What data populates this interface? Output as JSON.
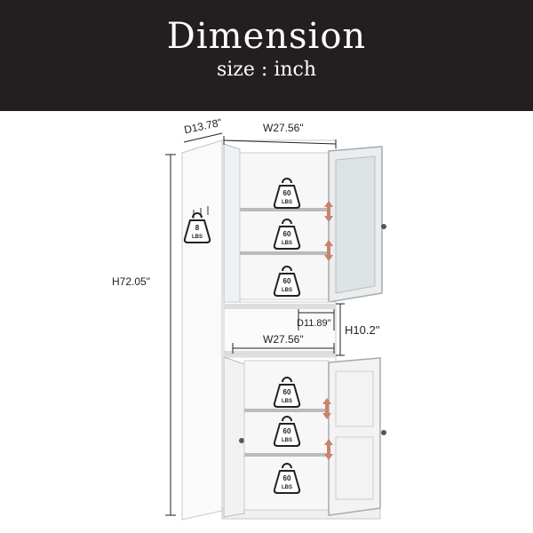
{
  "header": {
    "title": "Dimension",
    "subtitle": "size : inch"
  },
  "dimensions": {
    "depth_total": "D13.78\"",
    "width_top": "W27.56\"",
    "height_total": "H72.05\"",
    "depth_shelf": "D11.89\"",
    "width_mid": "W27.56\"",
    "height_open": "H10.2\""
  },
  "weight_badges": {
    "side_hook": {
      "value": "8",
      "unit": "LBS"
    },
    "shelf": {
      "value": "60",
      "unit": "LBS"
    }
  },
  "colors": {
    "banner": "#231f20",
    "cabinet": "#ffffff",
    "arrow": "#c8836a",
    "line": "#222222"
  }
}
